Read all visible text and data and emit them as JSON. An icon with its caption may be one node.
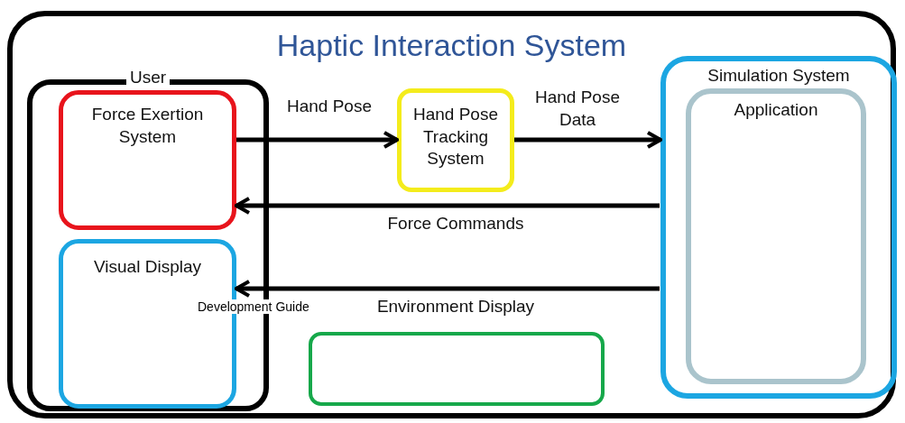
{
  "diagram": {
    "nodes": [
      {
        "text": [
          "Haptic Interaction System"
        ]
      },
      {
        "text": [
          "User"
        ],
        "in": 0
      },
      {
        "text": [
          "Force Exertion System"
        ],
        "in": 1
      },
      {
        "text": [
          "Visual Display"
        ],
        "in": 1
      },
      {
        "text": [
          "Hand Pose Tracking System"
        ],
        "in": 0
      },
      {
        "text": [
          "Simulation System"
        ],
        "in": 0
      },
      {
        "text": [
          "Application"
        ],
        "in": 5
      },
      {
        "text": [],
        "shape": "box",
        "in": 0
      }
    ],
    "edges": [
      {
        "from": 2,
        "to": 4,
        "arrow": "to",
        "label": "Hand Pose"
      },
      {
        "from": 4,
        "to": 5,
        "arrow": "to",
        "label": "Hand Pose Data"
      },
      {
        "from": 5,
        "to": 2,
        "arrow": "to",
        "label": "Force Commands"
      },
      {
        "from": 5,
        "to": 3,
        "arrow": "to",
        "label": "Environment Display"
      }
    ],
    "labels": [
      "Development Guide"
    ]
  }
}
